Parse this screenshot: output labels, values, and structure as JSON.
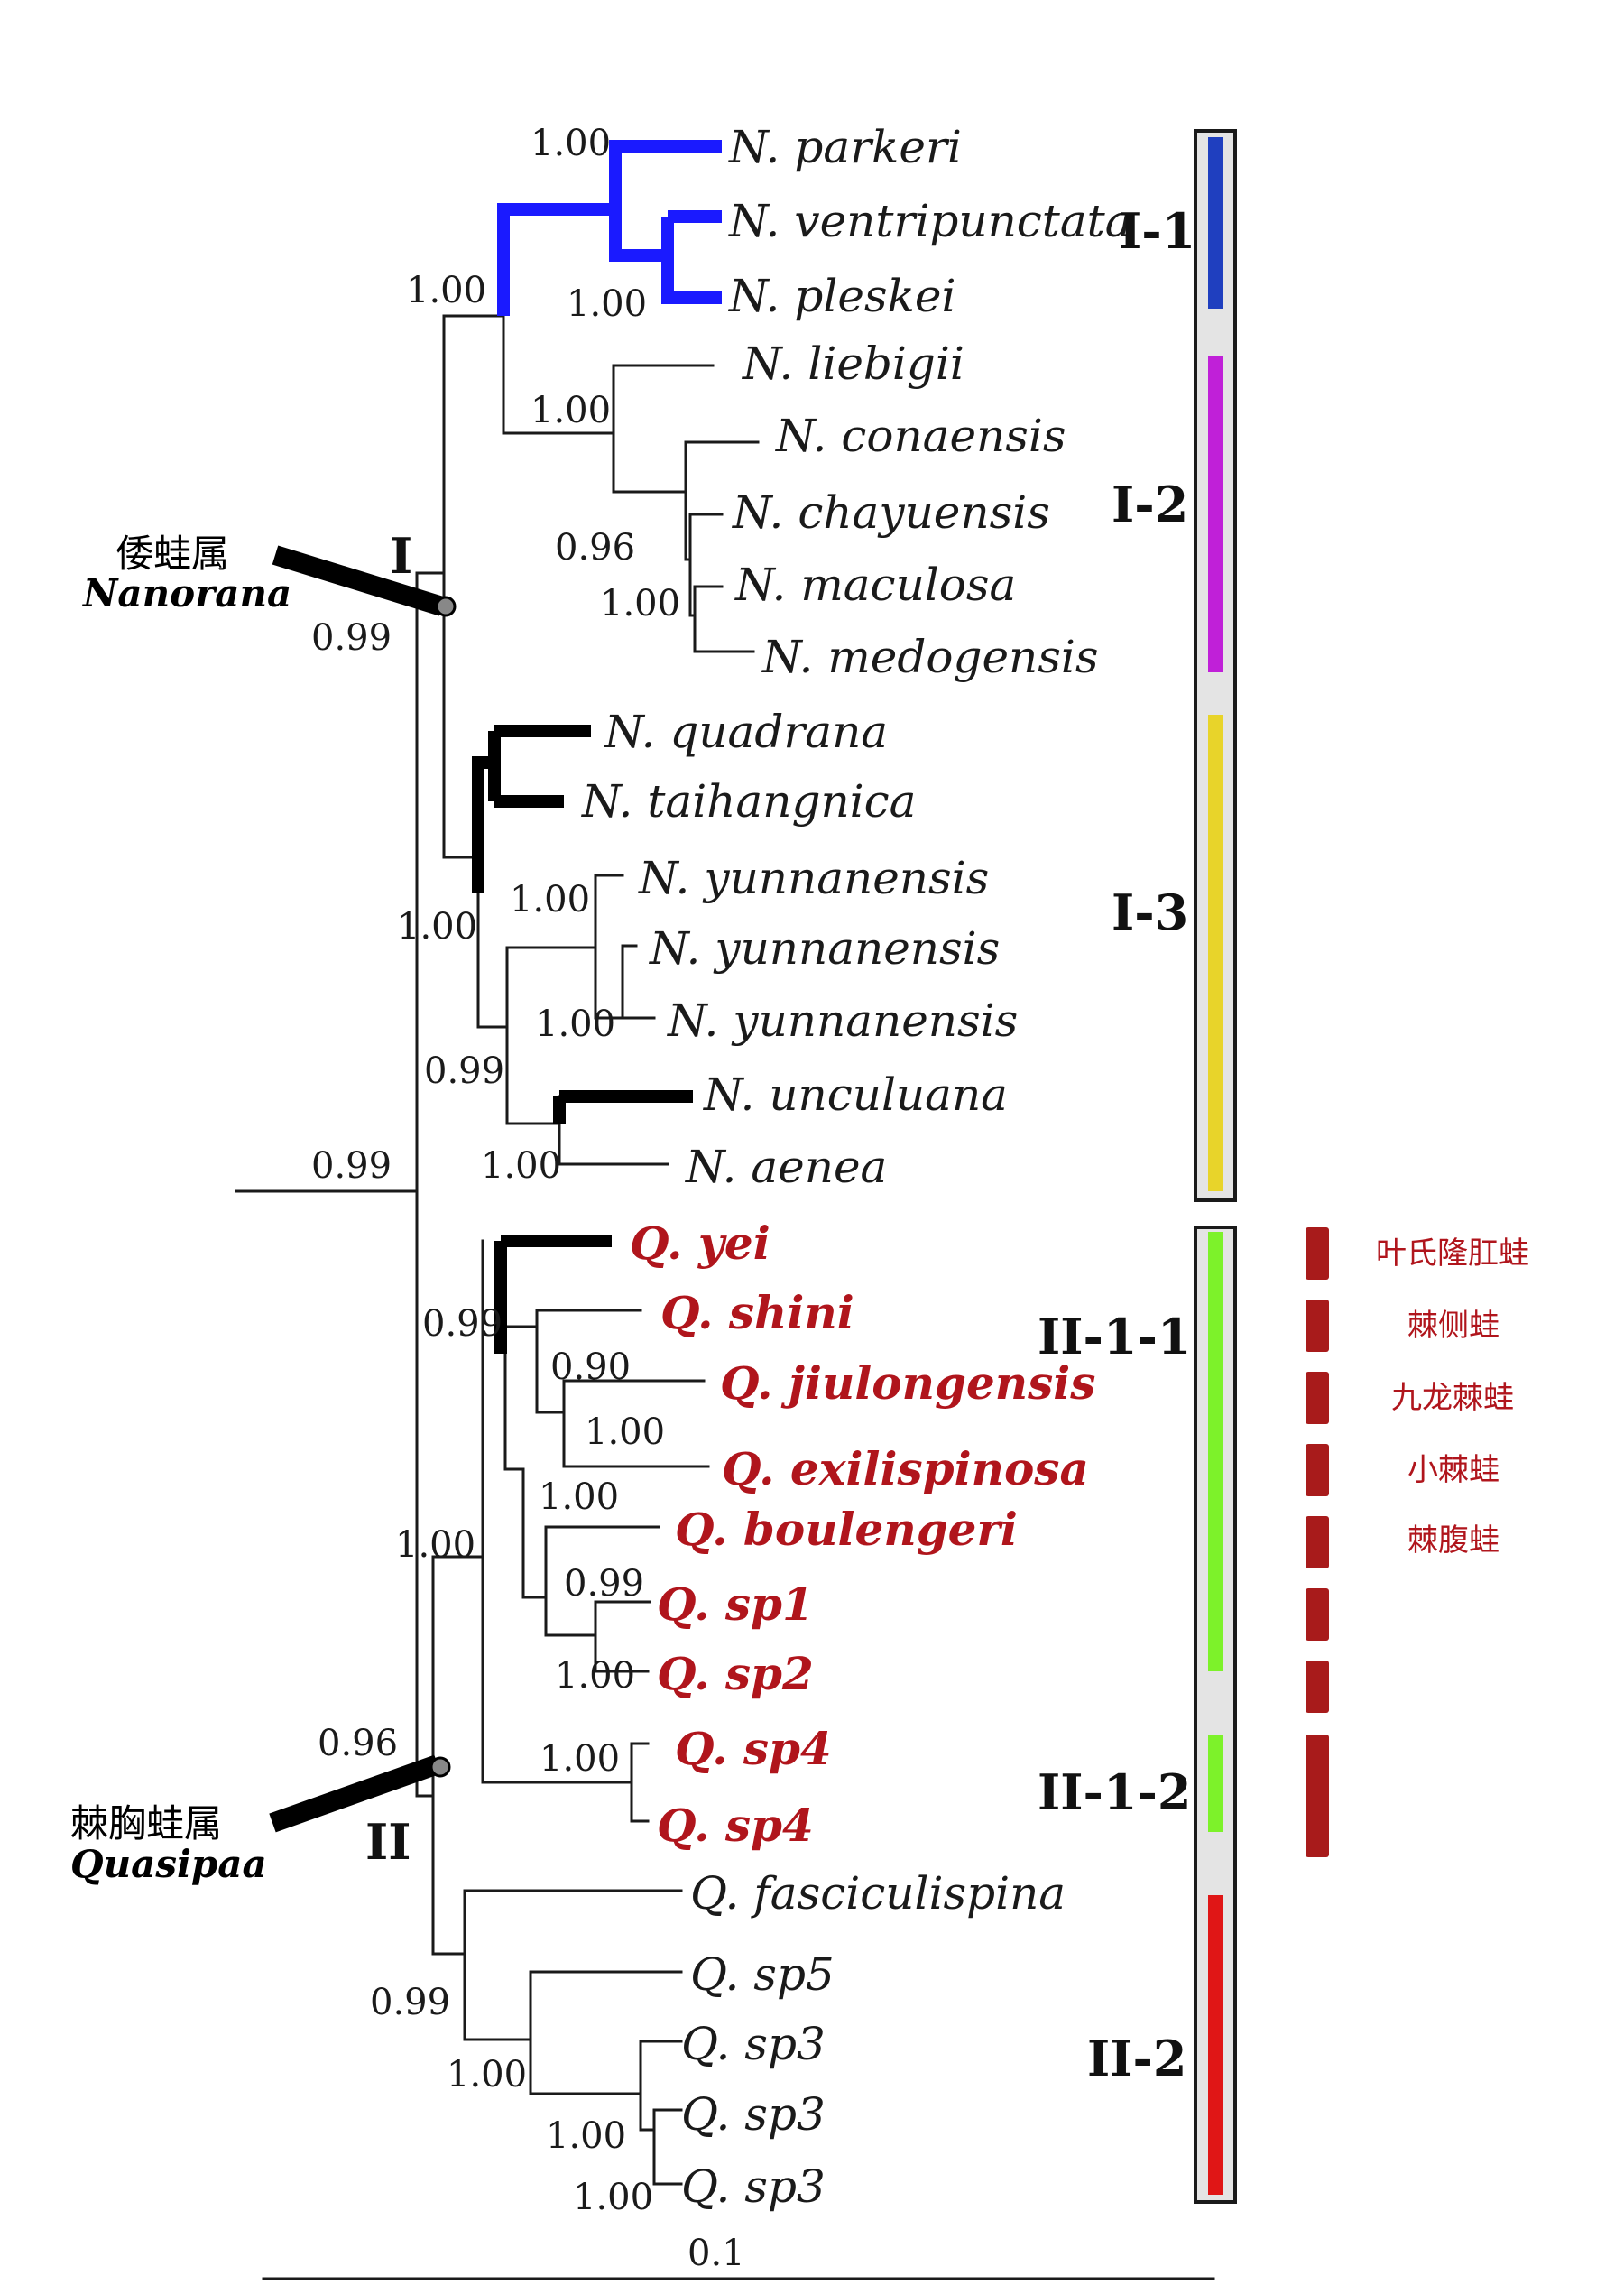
{
  "taxa": [
    {
      "id": "t1",
      "text": "N. parkeri",
      "red": false
    },
    {
      "id": "t2",
      "text": "N. ventripunctata",
      "red": false
    },
    {
      "id": "t3",
      "text": "N. pleskei",
      "red": false
    },
    {
      "id": "t4",
      "text": "N. liebigii",
      "red": false
    },
    {
      "id": "t5",
      "text": "N. conaensis",
      "red": false
    },
    {
      "id": "t6",
      "text": "N. chayuensis",
      "red": false
    },
    {
      "id": "t7",
      "text": "N. maculosa",
      "red": false
    },
    {
      "id": "t8",
      "text": "N. medogensis",
      "red": false
    },
    {
      "id": "t9",
      "text": "N. quadrana",
      "red": false
    },
    {
      "id": "t10",
      "text": "N. taihangnica",
      "red": false
    },
    {
      "id": "t11",
      "text": "N. yunnanensis",
      "red": false
    },
    {
      "id": "t12",
      "text": "N. yunnanensis",
      "red": false
    },
    {
      "id": "t13",
      "text": "N. yunnanensis",
      "red": false
    },
    {
      "id": "t14",
      "text": "N. unculuana",
      "red": false
    },
    {
      "id": "t15",
      "text": "N. aenea",
      "red": false
    },
    {
      "id": "t16",
      "text": "Q. yei",
      "red": true
    },
    {
      "id": "t17",
      "text": "Q. shini",
      "red": true
    },
    {
      "id": "t18",
      "text": "Q. jiulongensis",
      "red": true
    },
    {
      "id": "t19",
      "text": "Q. exilispinosa",
      "red": true
    },
    {
      "id": "t20",
      "text": "Q. boulengeri",
      "red": true
    },
    {
      "id": "t21",
      "text": "Q. sp1",
      "red": true
    },
    {
      "id": "t22",
      "text": "Q. sp2",
      "red": true
    },
    {
      "id": "t23",
      "text": "Q. sp4",
      "red": true
    },
    {
      "id": "t24",
      "text": "Q. sp4",
      "red": true
    },
    {
      "id": "t25",
      "text": "Q. fasciculispina",
      "red": false
    },
    {
      "id": "t26",
      "text": "Q. sp5",
      "red": false
    },
    {
      "id": "t27",
      "text": "Q. sp3",
      "red": false
    },
    {
      "id": "t28",
      "text": "Q. sp3",
      "red": false
    },
    {
      "id": "t29",
      "text": "Q. sp3",
      "red": false
    }
  ],
  "supports": [
    {
      "id": "s1",
      "text": "1.00"
    },
    {
      "id": "s2",
      "text": "1.00"
    },
    {
      "id": "s3",
      "text": "1.00"
    },
    {
      "id": "s4",
      "text": "1.00"
    },
    {
      "id": "s5",
      "text": "0.96"
    },
    {
      "id": "s6",
      "text": "1.00"
    },
    {
      "id": "s7",
      "text": "0.99"
    },
    {
      "id": "s8",
      "text": "1.00"
    },
    {
      "id": "s9",
      "text": "1.00"
    },
    {
      "id": "s10",
      "text": "1.00"
    },
    {
      "id": "s11",
      "text": "0.99"
    },
    {
      "id": "s12",
      "text": "1.00"
    },
    {
      "id": "s13",
      "text": "0.99"
    },
    {
      "id": "s14",
      "text": "0.99"
    },
    {
      "id": "s15",
      "text": "0.90"
    },
    {
      "id": "s16",
      "text": "1.00"
    },
    {
      "id": "s17",
      "text": "1.00"
    },
    {
      "id": "s18",
      "text": "0.99"
    },
    {
      "id": "s19",
      "text": "1.00"
    },
    {
      "id": "s20",
      "text": "1.00"
    },
    {
      "id": "s21",
      "text": "1.00"
    },
    {
      "id": "s22",
      "text": "0.96"
    },
    {
      "id": "s23",
      "text": "0.99"
    },
    {
      "id": "s24",
      "text": "1.00"
    },
    {
      "id": "s25",
      "text": "1.00"
    },
    {
      "id": "s26",
      "text": "1.00"
    }
  ],
  "clades": [
    {
      "id": "c1",
      "label": "I-1",
      "color": "#1f3fbf"
    },
    {
      "id": "c2",
      "label": "I-2",
      "color": "#c020d8"
    },
    {
      "id": "c3",
      "label": "I-3",
      "color": "#e8d42a"
    },
    {
      "id": "c4",
      "label": "II-1-1",
      "color": "#7df22a"
    },
    {
      "id": "c5",
      "label": "II-1-2",
      "color": "#7df22a"
    },
    {
      "id": "c6",
      "label": "II-2",
      "color": "#e01616"
    }
  ],
  "major_clades": [
    {
      "id": "m1",
      "label": "I"
    },
    {
      "id": "m2",
      "label": "II"
    }
  ],
  "genera": [
    {
      "id": "g1",
      "cn": "倭蛙属",
      "latin": "Nanorana"
    },
    {
      "id": "g2",
      "cn": "棘胸蛙属",
      "latin": "Quasipaa"
    }
  ],
  "cn_species": [
    {
      "id": "cn1",
      "text": "叶氏隆肛蛙"
    },
    {
      "id": "cn2",
      "text": "棘侧蛙"
    },
    {
      "id": "cn3",
      "text": "九龙棘蛙"
    },
    {
      "id": "cn4",
      "text": "小棘蛙"
    },
    {
      "id": "cn5",
      "text": "棘腹蛙"
    }
  ],
  "scale_bar": {
    "label": "0.1"
  },
  "colors": {
    "blue_branch": "#1a1aff",
    "red_text": "#b0151c",
    "marker_red": "#a81b1b",
    "panel_bg": "#e4e4e4"
  }
}
